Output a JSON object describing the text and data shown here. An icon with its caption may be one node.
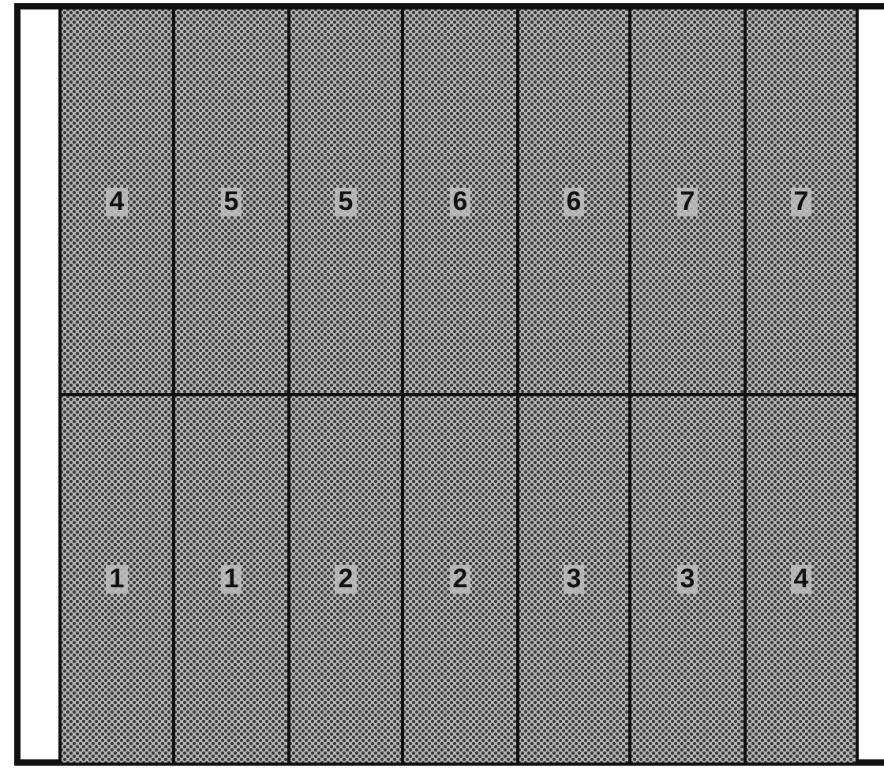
{
  "diagram": {
    "nodes": [
      {
        "text": [
          "4"
        ]
      },
      {
        "text": [
          "5"
        ]
      },
      {
        "text": [
          "5"
        ]
      },
      {
        "text": [
          "6"
        ]
      },
      {
        "text": [
          "6"
        ]
      },
      {
        "text": [
          "7"
        ]
      },
      {
        "text": [
          "7"
        ]
      },
      {
        "text": [
          "1"
        ]
      },
      {
        "text": [
          "1"
        ]
      },
      {
        "text": [
          "2"
        ]
      },
      {
        "text": [
          "2"
        ]
      },
      {
        "text": [
          "3"
        ]
      },
      {
        "text": [
          "3"
        ]
      },
      {
        "text": [
          "4"
        ]
      }
    ]
  }
}
